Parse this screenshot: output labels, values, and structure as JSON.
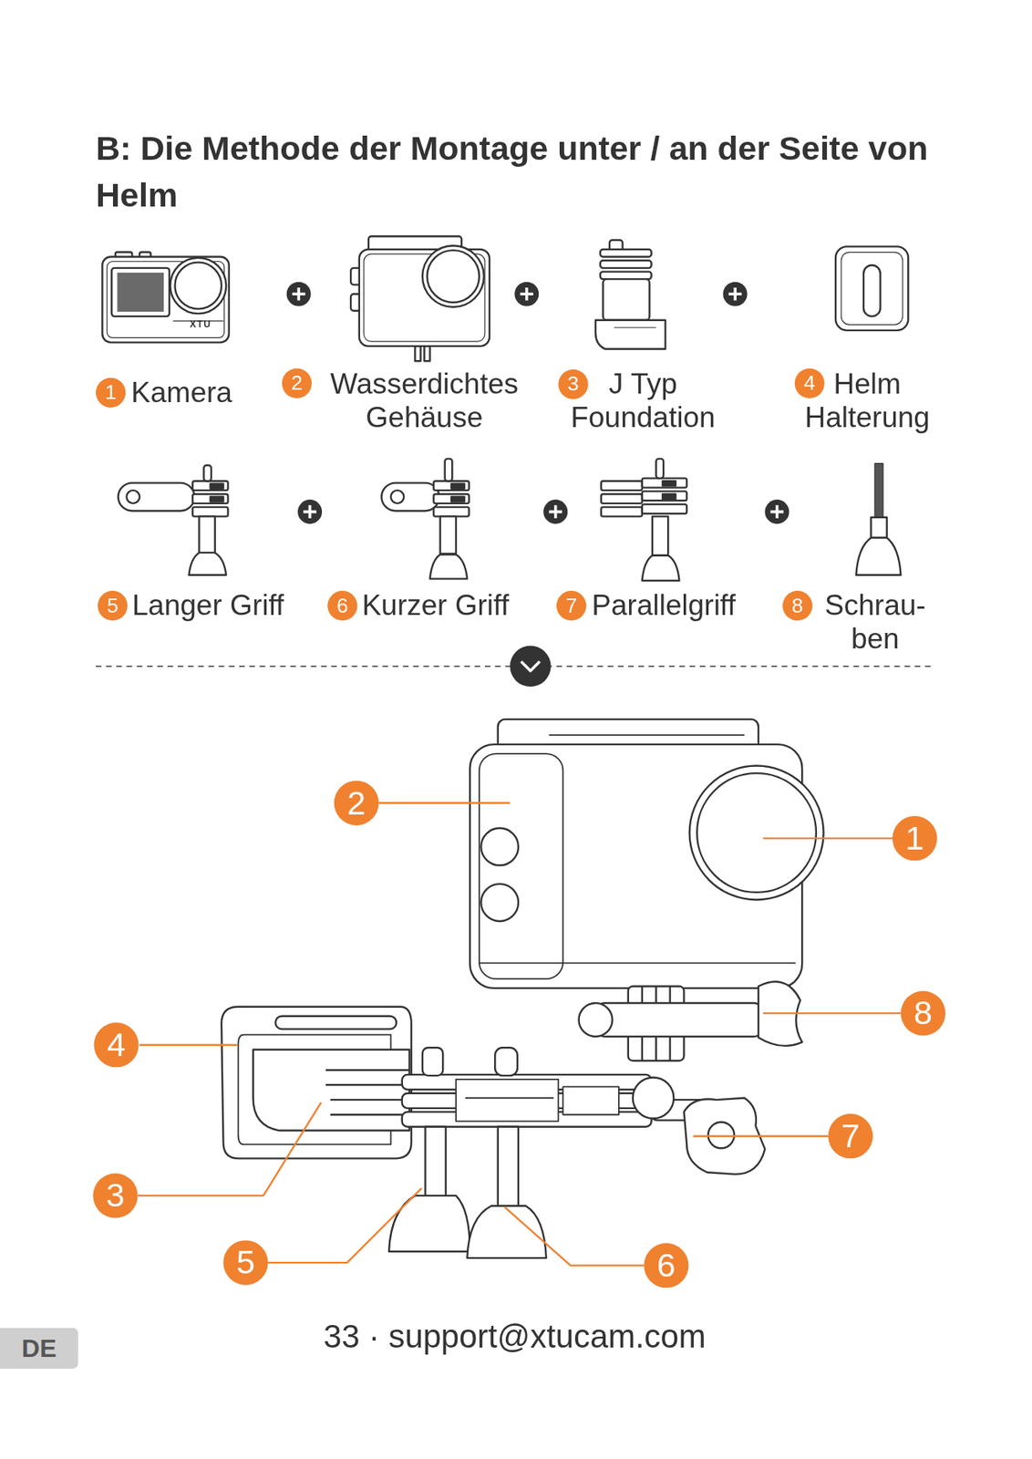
{
  "diagram": {
    "title": "B: Die Methode der Montage unter / an der Seite von Helm",
    "nodes": [
      {
        "text": [
          "DE"
        ]
      }
    ],
    "labels": [
      "XTU",
      "1",
      "Kamera",
      "2",
      "Wasserdichtes Gehäuse",
      "3",
      "J Typ Foundation",
      "4",
      "Helm Halterung",
      "5",
      "Langer Griff",
      "6",
      "Kurzer Griff",
      "7",
      "Parallelgriff",
      "8",
      "Schrau- ben",
      "2",
      "1",
      "8",
      "4",
      "7",
      "3",
      "5",
      "6",
      "33 · support@xtucam.com"
    ]
  }
}
